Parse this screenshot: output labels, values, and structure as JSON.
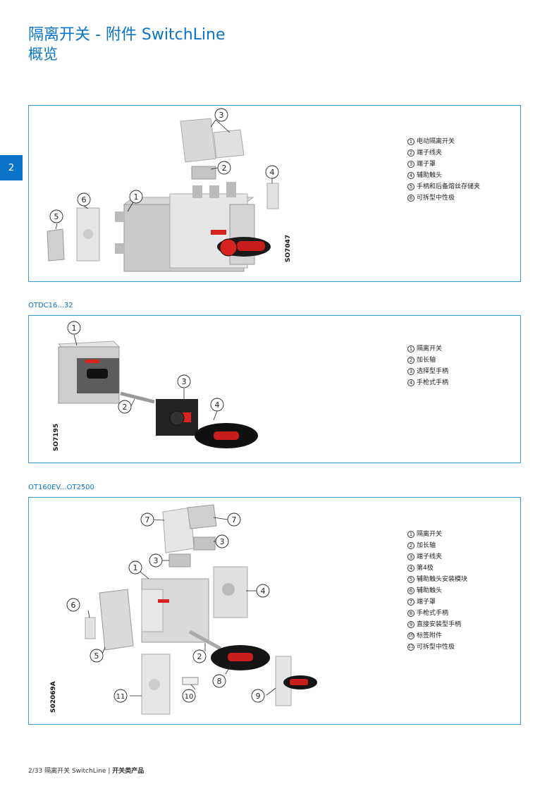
{
  "header": {
    "title": "隔离开关 - 附件 SwitchLine",
    "subtitle": "概览"
  },
  "side_tab": "2",
  "sections": [
    {
      "label": "",
      "code": "SO7047",
      "legend": [
        {
          "n": "1",
          "text": "电动隔离开关"
        },
        {
          "n": "2",
          "text": "端子线夹"
        },
        {
          "n": "3",
          "text": "端子罩"
        },
        {
          "n": "4",
          "text": "辅助触头"
        },
        {
          "n": "5",
          "text": "手柄和后备熔丝存储夹"
        },
        {
          "n": "6",
          "text": "可拆型中性极"
        }
      ]
    },
    {
      "label": "OTDC16...32",
      "code": "SO7195",
      "legend": [
        {
          "n": "1",
          "text": "隔离开关"
        },
        {
          "n": "2",
          "text": "加长轴"
        },
        {
          "n": "3",
          "text": "选择型手柄"
        },
        {
          "n": "4",
          "text": "手枪式手柄"
        }
      ]
    },
    {
      "label": "OT160EV...OT2500",
      "code": "S02069A",
      "legend": [
        {
          "n": "1",
          "text": "隔离开关"
        },
        {
          "n": "2",
          "text": "加长轴"
        },
        {
          "n": "3",
          "text": "端子线夹"
        },
        {
          "n": "4",
          "text": "第4极"
        },
        {
          "n": "5",
          "text": "辅助触头安装模块"
        },
        {
          "n": "6",
          "text": "辅助触头"
        },
        {
          "n": "7",
          "text": "端子罩"
        },
        {
          "n": "8",
          "text": "手枪式手柄"
        },
        {
          "n": "9",
          "text": "直接安装型手柄"
        },
        {
          "n": "10",
          "text": "标签附件"
        },
        {
          "n": "11",
          "text": "可拆型中性极"
        }
      ]
    }
  ],
  "footer": {
    "page": "2/33",
    "product": "隔离开关 SwitchLine",
    "separator": "|",
    "category": "开关类产品"
  },
  "colors": {
    "brand_blue": "#0a74c9",
    "handle_red": "#d6231f",
    "border_blue": "#3a95d6"
  }
}
